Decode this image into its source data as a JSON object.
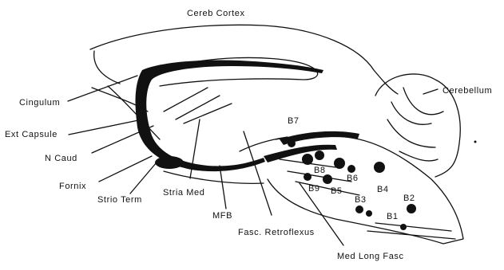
{
  "labels": {
    "cereb_cortex": "Cereb Cortex",
    "cingulum": "Cingulum",
    "ext_capsule": "Ext Capsule",
    "n_caud": "N Caud",
    "fornix": "Fornix",
    "strio_term": "Strio Term",
    "stria_med": "Stria Med",
    "mfb": "MFB",
    "fasc_retroflexus": "Fasc. Retroflexus",
    "med_long_fasc": "Med Long Fasc",
    "cerebellum": "Cerebellum",
    "b1": "B1",
    "b2": "B2",
    "b3": "B3",
    "b4": "B4",
    "b5": "B5",
    "b6": "B6",
    "b7": "B7",
    "b8": "B8",
    "b9": "B9"
  },
  "colors": {
    "ink": "#111111",
    "paper": "#ffffff"
  }
}
